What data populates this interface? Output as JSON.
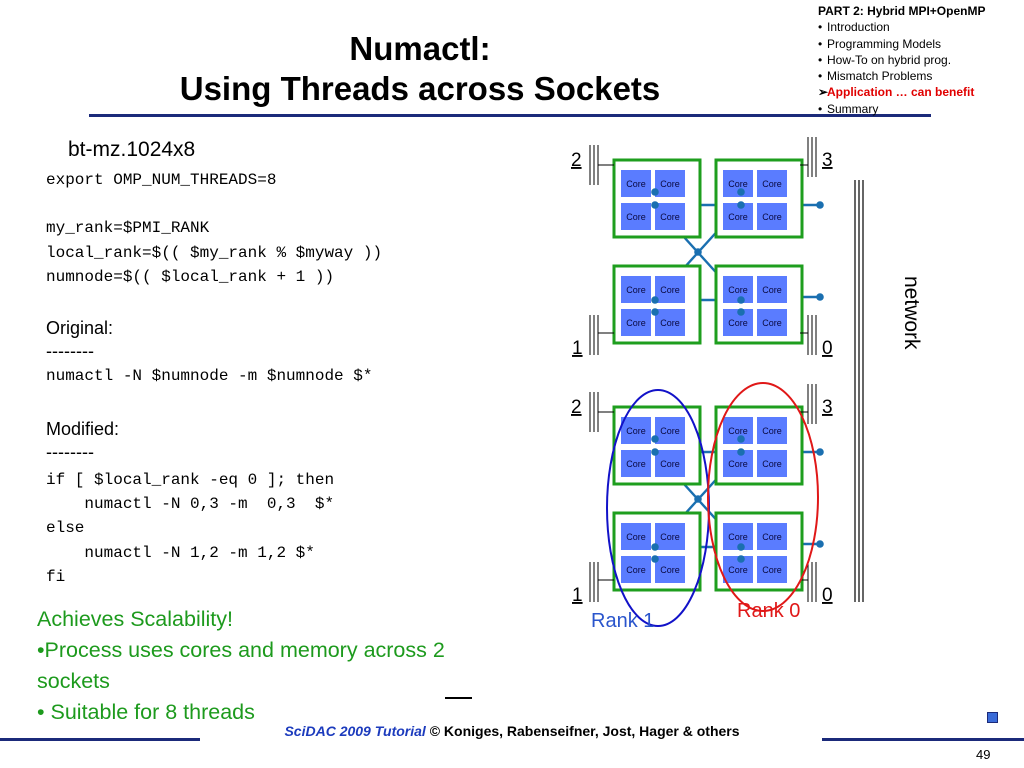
{
  "slide": {
    "title_line1": "Numactl:",
    "title_line2": "Using Threads across Sockets",
    "page_number": "49"
  },
  "nav": {
    "heading": "PART 2: Hybrid MPI+OpenMP",
    "items": [
      {
        "bullet": "•",
        "label": "Introduction"
      },
      {
        "bullet": "•",
        "label": "Programming Models"
      },
      {
        "bullet": "•",
        "label": "How-To on hybrid prog."
      },
      {
        "bullet": "•",
        "label": "Mismatch Problems"
      },
      {
        "bullet": "➢",
        "label": "Application … can benefit",
        "active": true
      },
      {
        "bullet": "•",
        "label": "Summary"
      }
    ]
  },
  "code": {
    "heading": "bt-mz.1024x8",
    "lines": [
      "export OMP_NUM_THREADS=8",
      "",
      "my_rank=$PMI_RANK",
      "local_rank=$(( $my_rank % $myway ))",
      "numnode=$(( $local_rank + 1 ))"
    ],
    "original_label": "Original:",
    "original_sep": "--------",
    "original_cmd": "numactl -N $numnode -m $numnode $*",
    "modified_label": "Modified:",
    "modified_sep": "--------",
    "modified_lines": [
      "if [ $local_rank -eq 0 ]; then",
      "    numactl -N 0,3 -m  0,3  $*",
      "else",
      "    numactl -N 1,2 -m 1,2 $*",
      "fi"
    ]
  },
  "results": {
    "line1": "Achieves Scalability!",
    "line2": "•Process uses cores and memory across 2",
    "line3": "sockets",
    "line4": "• Suitable for  8 threads"
  },
  "diagram": {
    "core_label": "Core",
    "network_label": "network",
    "top_node": {
      "tl": "2",
      "tr": "3",
      "bl": "1",
      "br": "0"
    },
    "bottom_node": {
      "tl": "2",
      "tr": "3",
      "bl": "1",
      "br": "0"
    },
    "rank1_label": "Rank 1",
    "rank0_label": "Rank 0",
    "colors": {
      "core": "#5a7cff",
      "socket": "#1e9e1e",
      "link": "#1a6fb0",
      "rank1": "#1212c8",
      "rank0": "#e01818"
    }
  },
  "footer": {
    "part1": "SciDAC 2009 Tutorial",
    "part2": " © Koniges, Rabenseifner, Jost, Hager & others"
  }
}
